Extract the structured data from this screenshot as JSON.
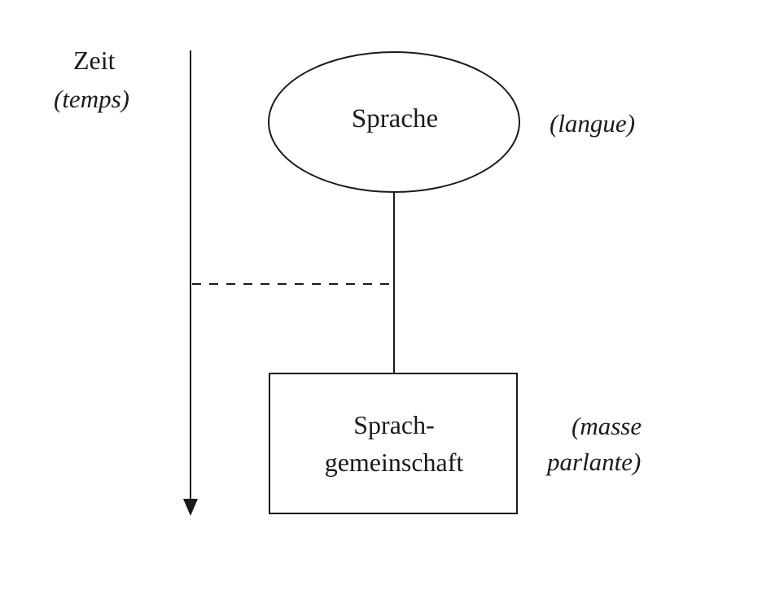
{
  "time_axis": {
    "label": "Zeit",
    "sublabel": "(temps)"
  },
  "language_node": {
    "label": "Sprache",
    "gloss": "(langue)"
  },
  "community_node": {
    "label_line1": "Sprach-",
    "label_line2": "gemeinschaft",
    "gloss_line1": "(masse",
    "gloss_line2": "parlante)"
  },
  "colors": {
    "ink": "#1a1a1a",
    "background": "#ffffff"
  }
}
